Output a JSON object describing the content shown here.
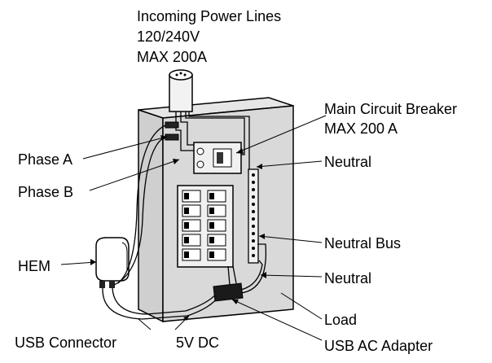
{
  "diagram": {
    "title_lines": [
      "Incoming Power Lines",
      "120/240V",
      "MAX 200A"
    ],
    "labels": {
      "main_breaker_line1": "Main Circuit Breaker",
      "main_breaker_line2": "MAX 200 A",
      "neutral_top": "Neutral",
      "phase_a": "Phase A",
      "phase_b": "Phase B",
      "neutral_bus": "Neutral Bus",
      "hem": "HEM",
      "neutral_bottom": "Neutral",
      "load": "Load",
      "usb_connector": "USB Connector",
      "dc_5v": "5V DC",
      "usb_ac_adapter": "USB AC Adapter"
    },
    "colors": {
      "panel_fill": "#d9d9d9",
      "panel_side": "#cfcfcf",
      "line": "#000000",
      "background": "#ffffff"
    }
  }
}
